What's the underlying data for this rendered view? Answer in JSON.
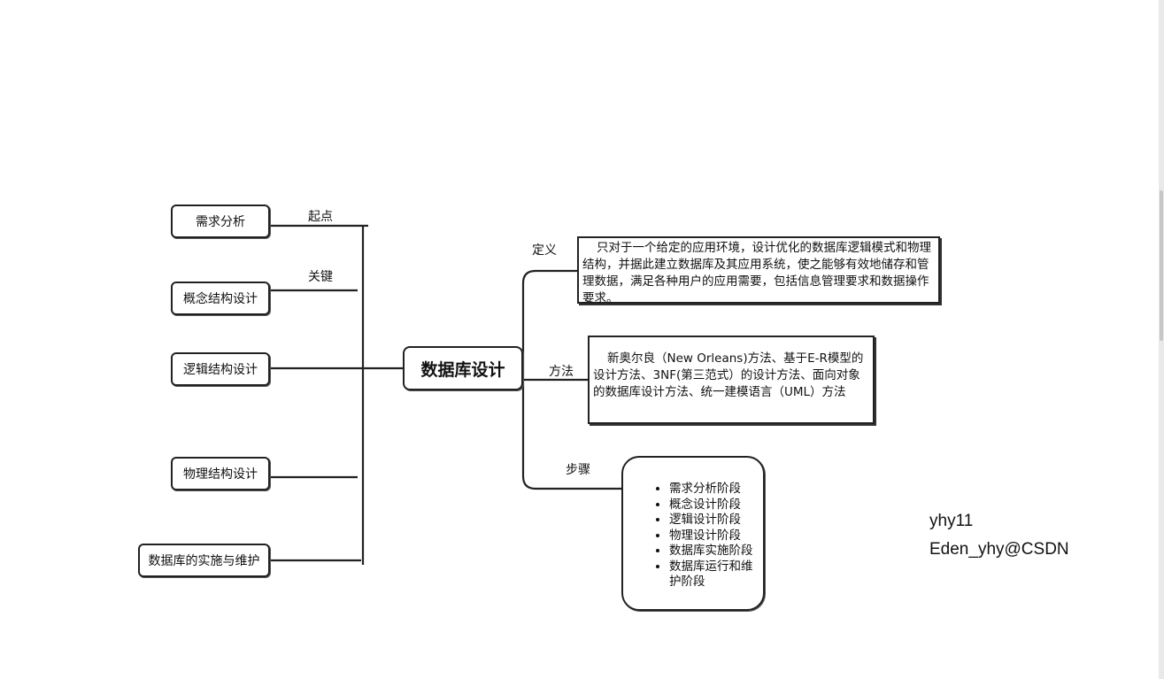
{
  "center": "数据库设计",
  "left_nodes": [
    "需求分析",
    "概念结构设计",
    "逻辑结构设计",
    "物理结构设计",
    "数据库的实施与维护"
  ],
  "left_labels": {
    "start": "起点",
    "key": "关键"
  },
  "definition": {
    "label": "定义",
    "text": "只对于一个给定的应用环境，设计优化的数据库逻辑模式和物理结构，并据此建立数据库及其应用系统，使之能够有效地储存和管理数据，满足各种用户的应用需要，包括信息管理要求和数据操作要求。"
  },
  "method": {
    "label": "方法",
    "text": "新奥尔良（New Orleans)方法、基于E-R模型的设计方法、3NF(第三范式）的设计方法、面向对象的数据库设计方法、统一建模语言（UML）方法"
  },
  "steps": {
    "label": "步骤",
    "items": [
      "需求分析阶段",
      "概念设计阶段",
      "逻辑设计阶段",
      "物理设计阶段",
      "数据库实施阶段",
      "数据库运行和维护阶段"
    ]
  },
  "watermark": {
    "line1": "yhy11",
    "line2": "Eden_yhy@CSDN"
  }
}
